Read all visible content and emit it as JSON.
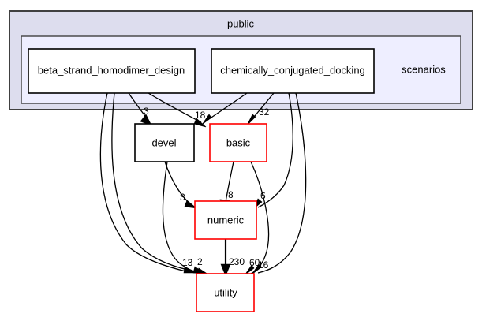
{
  "graph": {
    "type": "directory-dependency-graph",
    "title": "public",
    "background_color": "#ffffff",
    "clusters": [
      {
        "id": "cluster-public",
        "label": "public",
        "fill": "#ddddee",
        "stroke": "#404040"
      },
      {
        "id": "cluster-scenarios",
        "label": "scenarios",
        "fill": "#eeeeff",
        "stroke": "#404040"
      }
    ],
    "nodes": [
      {
        "id": "beta_strand_homodimer_design",
        "label": "beta_strand_homodimer_design",
        "border_color": "#000000",
        "fill": "#ffffff"
      },
      {
        "id": "chemically_conjugated_docking",
        "label": "chemically_conjugated_docking",
        "border_color": "#000000",
        "fill": "#ffffff"
      },
      {
        "id": "devel",
        "label": "devel",
        "border_color": "#000000",
        "fill": "#ffffff"
      },
      {
        "id": "basic",
        "label": "basic",
        "border_color": "#ff0000",
        "fill": "#ffffff"
      },
      {
        "id": "numeric",
        "label": "numeric",
        "border_color": "#ff0000",
        "fill": "#ffffff"
      },
      {
        "id": "utility",
        "label": "utility",
        "border_color": "#ff0000",
        "fill": "#ffffff"
      }
    ],
    "edges": [
      {
        "from": "beta_strand_homodimer_design",
        "to": "devel",
        "label": "3"
      },
      {
        "from": "beta_strand_homodimer_design",
        "to": "basic",
        "label": "18"
      },
      {
        "from": "beta_strand_homodimer_design",
        "to": "numeric",
        "label": "13"
      },
      {
        "from": "beta_strand_homodimer_design",
        "to": "utility",
        "label": "2"
      },
      {
        "from": "chemically_conjugated_docking",
        "to": "basic",
        "label": "32"
      },
      {
        "from": "chemically_conjugated_docking",
        "to": "devel",
        "label": ""
      },
      {
        "from": "chemically_conjugated_docking",
        "to": "numeric",
        "label": "6"
      },
      {
        "from": "chemically_conjugated_docking",
        "to": "utility",
        "label": "60"
      },
      {
        "from": "devel",
        "to": "numeric",
        "label": "3"
      },
      {
        "from": "basic",
        "to": "numeric",
        "label": "8"
      },
      {
        "from": "basic",
        "to": "utility",
        "label": "16"
      },
      {
        "from": "numeric",
        "to": "utility",
        "label": "230"
      }
    ],
    "edge_labels": [
      "3",
      "18",
      "32",
      "3",
      "8",
      "6",
      "13",
      "2",
      "230",
      "60",
      "16"
    ]
  },
  "labels": {
    "public": "public",
    "scenarios": "scenarios",
    "beta_strand_homodimer_design": "beta_strand_homodimer_design",
    "chemically_conjugated_docking": "chemically_conjugated_docking",
    "devel": "devel",
    "basic": "basic",
    "numeric": "numeric",
    "utility": "utility",
    "n3a": "3",
    "n18": "18",
    "n32": "32",
    "n3b": "3",
    "n8": "8",
    "n6": "6",
    "n13": "13",
    "n2": "2",
    "n230": "230",
    "n60": "60",
    "n16": "16"
  }
}
